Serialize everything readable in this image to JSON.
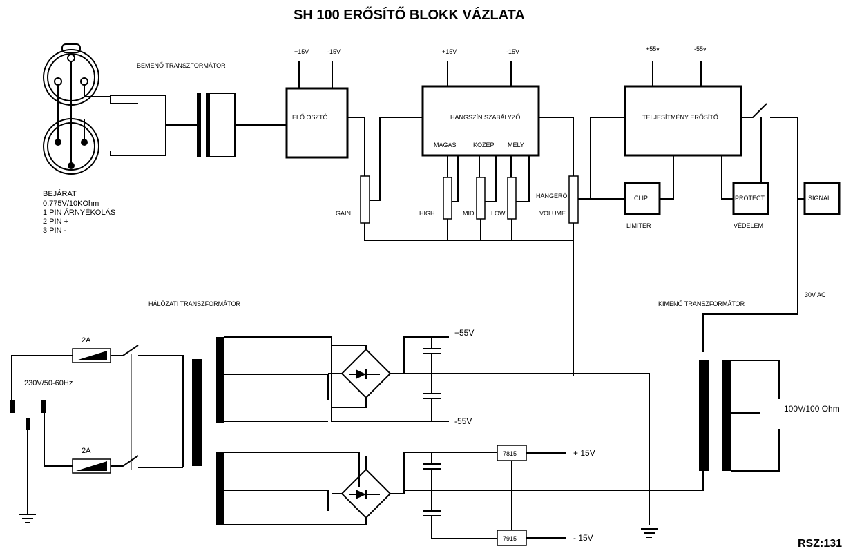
{
  "title": "SH 100  ERŐSÍTŐ BLOKK VÁZLATA",
  "footer": "RSZ:131",
  "input_transformer": "BEMENŐ TRANSZFORMÁTOR",
  "input_info": [
    "BEJÁRAT",
    "0.775V/10KOhm",
    "1 PIN ÁRNYÉKOLÁS",
    "2 PIN +",
    "3 PIN -"
  ],
  "blocks": {
    "preamp": "ELŐ OSZTÓ",
    "tone": "HANGSZÍN SZABÁLYZÓ",
    "power": "TELJESÍTMÉNY ERŐSÍTŐ",
    "clip": "CLIP",
    "protect": "PROTECT",
    "signal": "SIGNAL",
    "reg_pos": "7815",
    "reg_neg": "7915"
  },
  "tone_bands": [
    "MAGAS",
    "KÖZÉP",
    "MÉLY"
  ],
  "pots": {
    "gain": "GAIN",
    "high": "HIGH",
    "mid": "MID",
    "low": "LOW",
    "volume_hu": "HANGERŐ",
    "volume": "VOLUME"
  },
  "labels": {
    "limiter": "LIMITER",
    "vedelem": "VÉDELEM",
    "mains_transformer": "HÁLÓZATI TRANSZFORMÁTOR",
    "output_transformer": "KIMENŐ TRANSZFORMÁTOR",
    "ac30": "30V AC",
    "mains": "230V/50-60Hz",
    "fuse1": "2A",
    "fuse2": "2A",
    "out_100v": "100V/100 Ohm"
  },
  "rails": {
    "pre_pos": "+15V",
    "pre_neg": "-15V",
    "tone_pos": "+15V",
    "tone_neg": "-15V",
    "pwr_pos": "+55v",
    "pwr_neg": "-55v",
    "p55": "+55V",
    "n55": "-55V",
    "p15": "+ 15V",
    "n15": "- 15V"
  }
}
